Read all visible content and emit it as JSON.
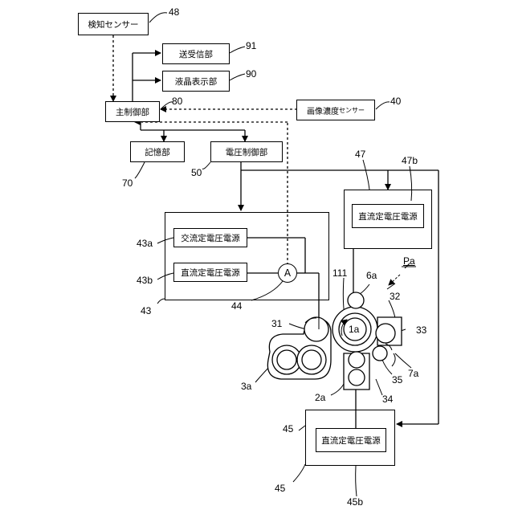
{
  "boxes": {
    "detection_sensor": "検知センサー",
    "transceiver": "送受信部",
    "lcd": "液晶表示部",
    "main_control": "主制御部",
    "density_sensor_main": "画像濃度",
    "density_sensor_small": "センサー",
    "memory": "記憶部",
    "voltage_control": "電圧制御部",
    "ac_supply": "交流定電圧電源",
    "dc_supply_43b": "直流定電圧電源",
    "dc_supply_47b": "直流定電圧電源",
    "dc_supply_45b": "直流定電圧電源",
    "ammeter": "A"
  },
  "labels": {
    "n48": "48",
    "n91": "91",
    "n90": "90",
    "n80": "80",
    "n40": "40",
    "n70": "70",
    "n50": "50",
    "n47": "47",
    "n47b": "47b",
    "n43a": "43a",
    "n43b": "43b",
    "n43": "43",
    "n44": "44",
    "n111": "111",
    "n6a": "6a",
    "nPa": "Pa",
    "n32": "32",
    "n33": "33",
    "n31": "31",
    "n1a": "1a",
    "n35": "35",
    "n7a": "7a",
    "n3a": "3a",
    "n2a": "2a",
    "n34": "34",
    "n45_top": "45",
    "n45_bot": "45",
    "n45b": "45b"
  }
}
